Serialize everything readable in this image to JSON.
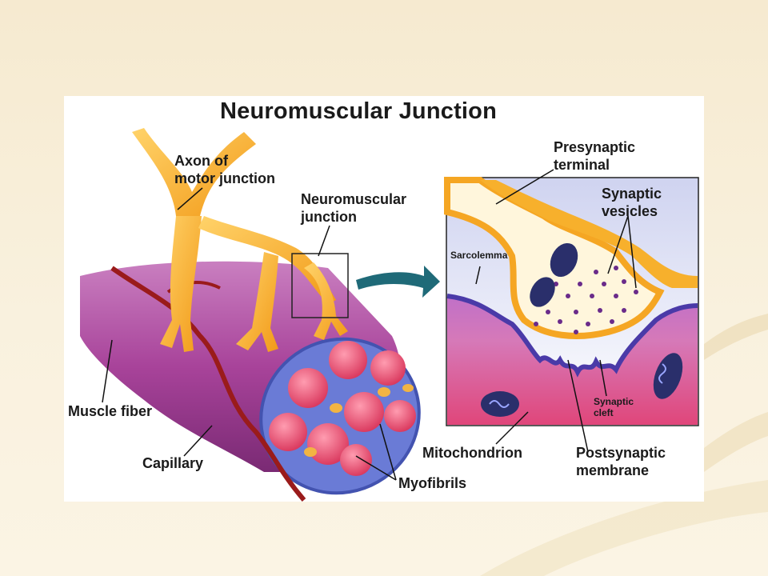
{
  "title": "Neuromuscular Junction",
  "labels": {
    "axon_line1": "Axon of",
    "axon_line2": "motor junction",
    "nmj_line1": "Neuromuscular",
    "nmj_line2": "junction",
    "presynaptic_line1": "Presynaptic",
    "presynaptic_line2": "terminal",
    "vesicles_line1": "Synaptic",
    "vesicles_line2": "vesicles",
    "sarcolemma": "Sarcolemma",
    "muscle_fiber": "Muscle fiber",
    "capillary": "Capillary",
    "myofibrils": "Myofibrils",
    "mitochondrion": "Mitochondrion",
    "postsynaptic_line1": "Postsynaptic",
    "postsynaptic_line2": "membrane",
    "cleft_line1": "Synaptic",
    "cleft_line2": "cleft"
  },
  "colors": {
    "axon": "#f7b02c",
    "muscle": "#a8439a",
    "myofibril": "#e44b6d",
    "capillary": "#9a1b1b",
    "arrow": "#1f6a78",
    "mitochondrion": "#2a2f6b"
  }
}
